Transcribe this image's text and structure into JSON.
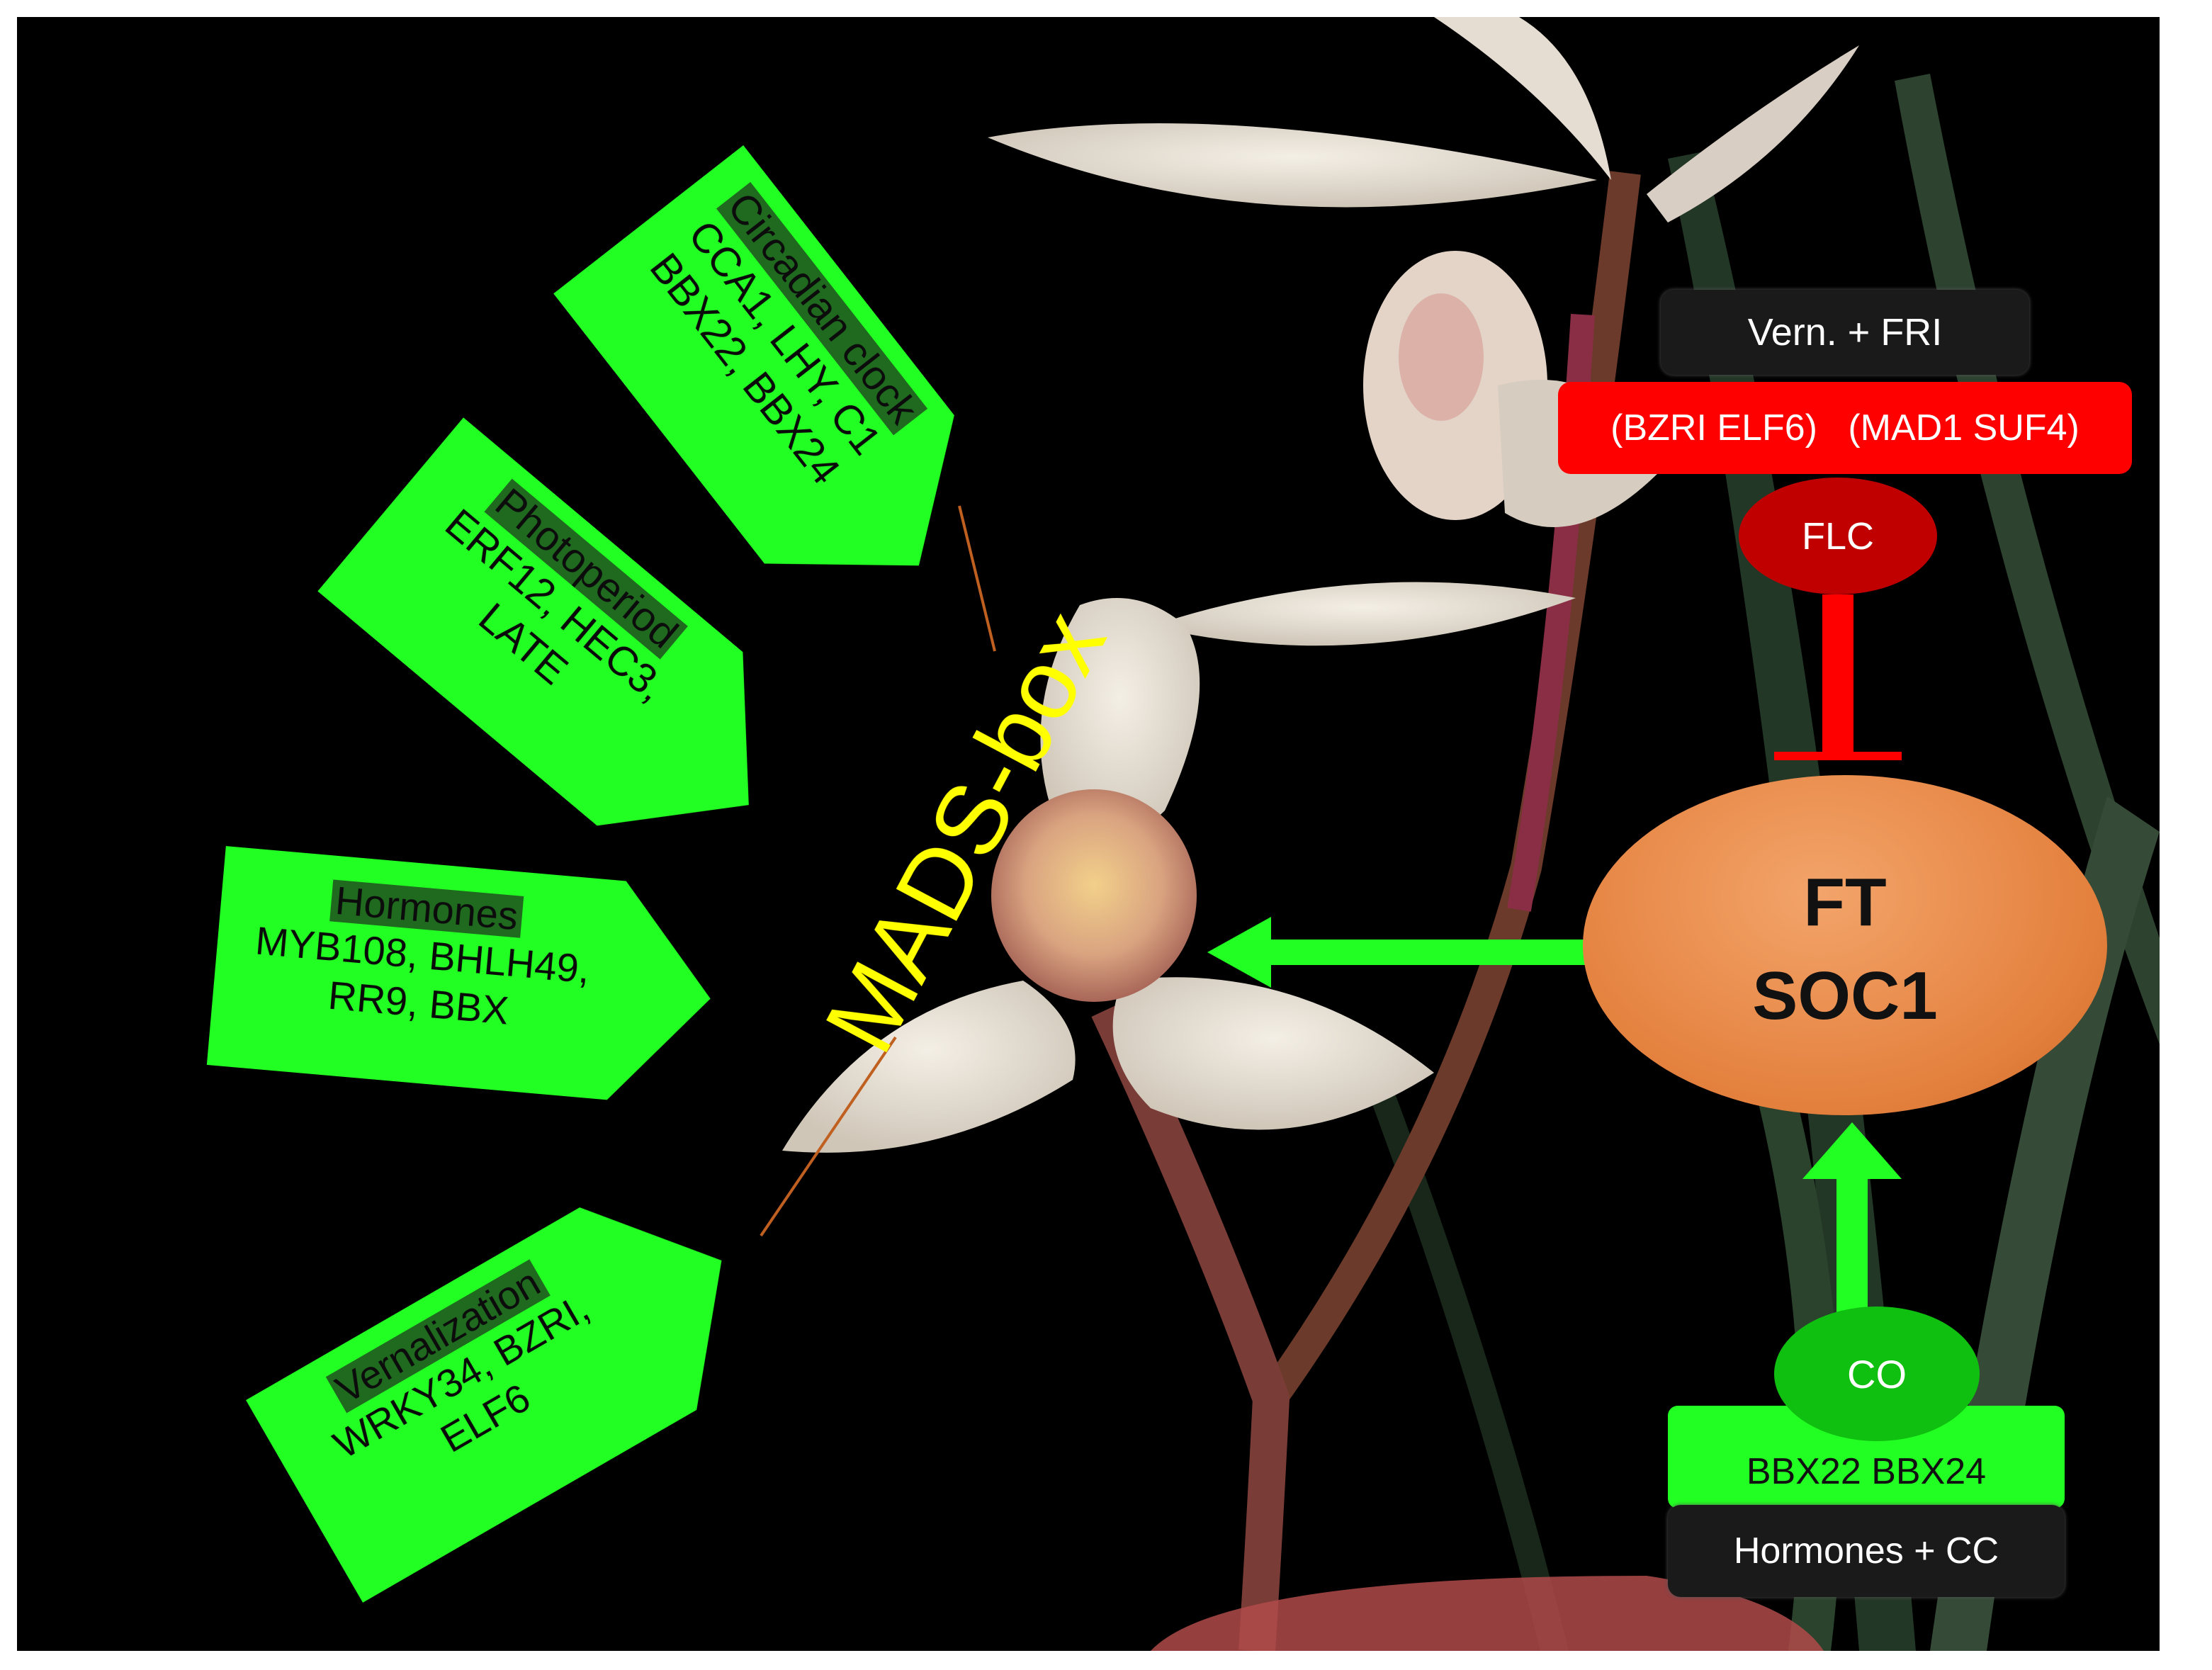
{
  "colors": {
    "background": "#000000",
    "arrow_green": "#22ff22",
    "header_dark_green": "#1f6a1f",
    "mads_yellow": "#ffff00",
    "repressor_red": "#ff0000",
    "flc_red": "#c00000",
    "ft_orange": "#e98a4a",
    "co_green": "#10c010",
    "bar_black": "#1a1a1a"
  },
  "panels": {
    "circadian": {
      "heading": "Circadian clock",
      "line1": "CCA1, LHY, C1",
      "line2": "BBX22, BBX24"
    },
    "photoperiod": {
      "heading": "Photoperiod",
      "line1": "ERF12, HEC3,",
      "line2": "LATE"
    },
    "hormones": {
      "heading": "Hormones",
      "line1": "MYB108, BHLH49,",
      "line2": "RR9, BBX"
    },
    "vernalization": {
      "heading": "Vernalization",
      "line1": "WRKY34, BZRI,",
      "line2": "ELF6"
    }
  },
  "mads_label": "MADS-box",
  "pathway": {
    "vern_fri": "Vern. + FRI",
    "repressors": "(BZRI ELF6)   (MAD1 SUF4)",
    "flc": "FLC",
    "ft": "FT",
    "soc1": "SOC1",
    "co": "CO",
    "bbx": "BBX22 BBX24",
    "hormones_cc": "Hormones + CC"
  }
}
